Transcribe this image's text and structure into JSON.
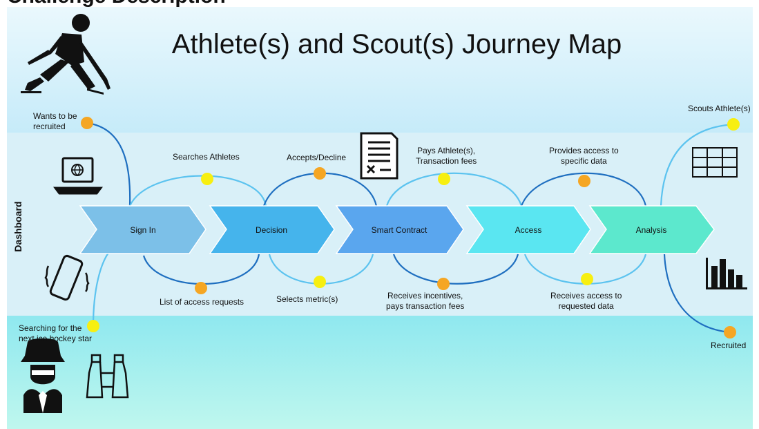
{
  "header_partial": "Challenge Description",
  "title": "Athlete(s) and Scout(s) Journey Map",
  "side_label": "Dashboard",
  "steps": [
    {
      "label": "Sign In",
      "color": "#7cc0e8"
    },
    {
      "label": "Decision",
      "color": "#45b4ec"
    },
    {
      "label": "Smart Contract",
      "color": "#5aa6ee"
    },
    {
      "label": "Access",
      "color": "#5ae6f1"
    },
    {
      "label": "Analysis",
      "color": "#5ce8cd"
    }
  ],
  "labels": {
    "wants": "Wants to be\nrecruited",
    "searching": "Searching for the\nnext ice hockey star",
    "searches_athletes": "Searches Athletes",
    "list_requests": "List of access requests",
    "accepts": "Accepts/Decline",
    "selects": "Selects metric(s)",
    "pays": "Pays Athlete(s),\nTransaction fees",
    "receives_incentives": "Receives incentives,\npays transaction fees",
    "provides": "Provides access to\nspecific data",
    "receives_access": "Receives access to\nrequested data",
    "scouts": "Scouts Athlete(s)",
    "recruited": "Recruited"
  },
  "icons": [
    "hockey-player-icon",
    "laptop-icon",
    "phone-icon",
    "detective-icon",
    "binoculars-icon",
    "contract-icon",
    "table-grid-icon",
    "bar-chart-icon"
  ],
  "colors": {
    "dot_yellow": "#f7ef11",
    "dot_orange": "#f5a623",
    "line_dark": "#1f6fc0",
    "line_light": "#5cc3ef"
  }
}
